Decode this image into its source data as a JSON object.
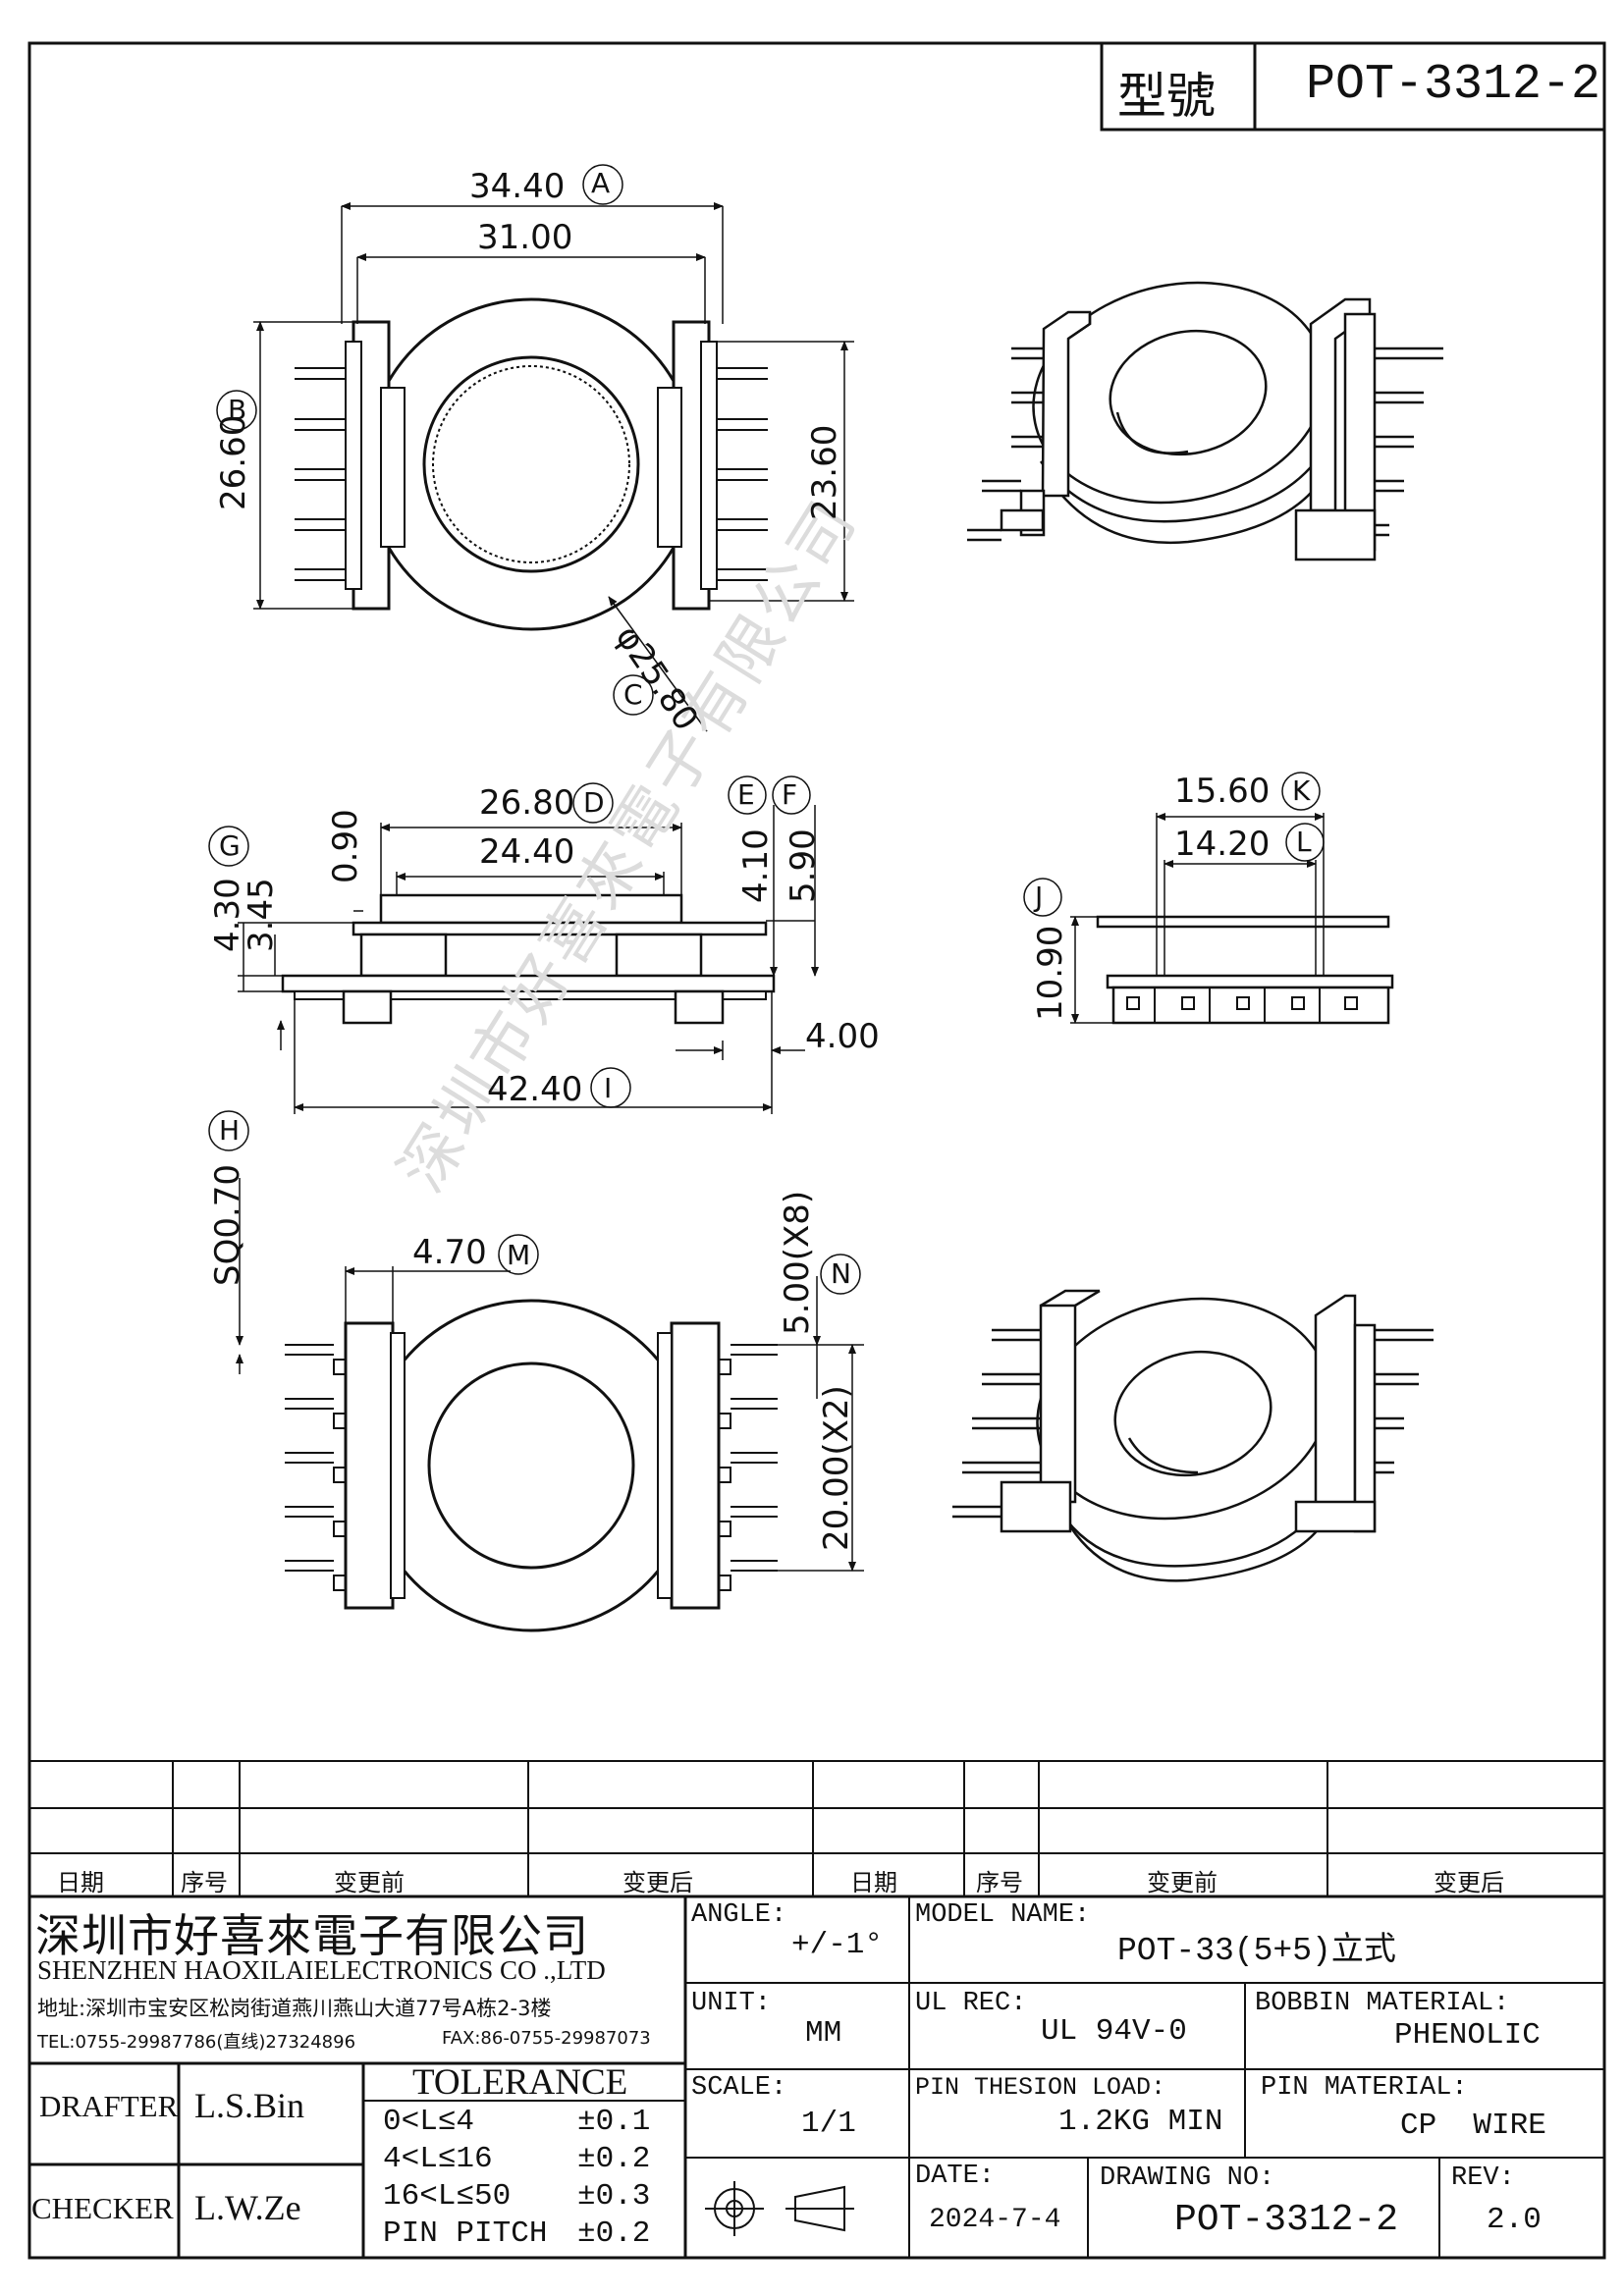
{
  "header": {
    "model_label": "型號",
    "model_value": "POT-3312-2"
  },
  "dimensions": {
    "a": "34.40",
    "a_mark": "A",
    "b_inner": "31.00",
    "b": "26.60",
    "b_mark": "B",
    "h_right": "23.60",
    "c": "φ25.80",
    "c_mark": "C",
    "d": "26.80",
    "d_mark": "D",
    "d_inner": "24.40",
    "e_mark": "E",
    "f_mark": "F",
    "e": "4.10",
    "f": "5.90",
    "g": "4.30",
    "g_mark": "G",
    "g2": "3.45",
    "flange": "0.90",
    "i": "42.40",
    "i_mark": "I",
    "side": "4.00",
    "h": "SQ0.70",
    "h_mark": "H",
    "k": "15.60",
    "k_mark": "K",
    "l": "14.20",
    "l_mark": "L",
    "j": "10.90",
    "j_mark": "J",
    "m": "4.70",
    "m_mark": "M",
    "n": "5.00(X8)",
    "n_mark": "N",
    "pitch_total": "20.00(X2)"
  },
  "watermark": "深圳市好喜來電子有限公司",
  "revision_table": {
    "headers": [
      "日期",
      "序号",
      "变更前",
      "变更后",
      "日期",
      "序号",
      "变更前",
      "变更后"
    ]
  },
  "company": {
    "name_cn": "深圳市好喜來電子有限公司",
    "name_en": "SHENZHEN HAOXILAIELECTRONICS CO .,LTD",
    "address": "地址:深圳市宝安区松岗街道燕川燕山大道77号A栋2-3楼",
    "tel": "TEL:0755-29987786(直线)27324896",
    "fax": "FAX:86-0755-29987073"
  },
  "title_block": {
    "angle_label": "ANGLE:",
    "angle_value": "+/-1°",
    "unit_label": "UNIT:",
    "unit_value": "MM",
    "scale_label": "SCALE:",
    "scale_value": "1/1",
    "model_name_label": "MODEL NAME:",
    "model_name_value": "POT-33(5+5)立式",
    "ul_label": "UL REC:",
    "ul_value": "UL 94V-0",
    "bobbin_label": "BOBBIN MATERIAL:",
    "bobbin_value": "PHENOLIC",
    "pin_load_label": "PIN THESION LOAD:",
    "pin_load_value": "1.2KG MIN",
    "pin_material_label": "PIN MATERIAL:",
    "pin_material_value": "CP  WIRE",
    "date_label": "DATE:",
    "date_value": "2024-7-4",
    "drawing_no_label": "DRAWING NO:",
    "drawing_no_value": "POT-3312-2",
    "rev_label": "REV:",
    "rev_value": "2.0",
    "drafter_label": "DRAFTER",
    "drafter_value": "L.S.Bin",
    "checker_label": "CHECKER",
    "checker_value": "L.W.Ze",
    "tolerance_title": "TOLERANCE",
    "tolerances": [
      {
        "range": "0<L≤4",
        "value": "±0.1"
      },
      {
        "range": "4<L≤16",
        "value": "±0.2"
      },
      {
        "range": "16<L≤50",
        "value": "±0.3"
      },
      {
        "range": "PIN PITCH",
        "value": "±0.2"
      }
    ]
  }
}
